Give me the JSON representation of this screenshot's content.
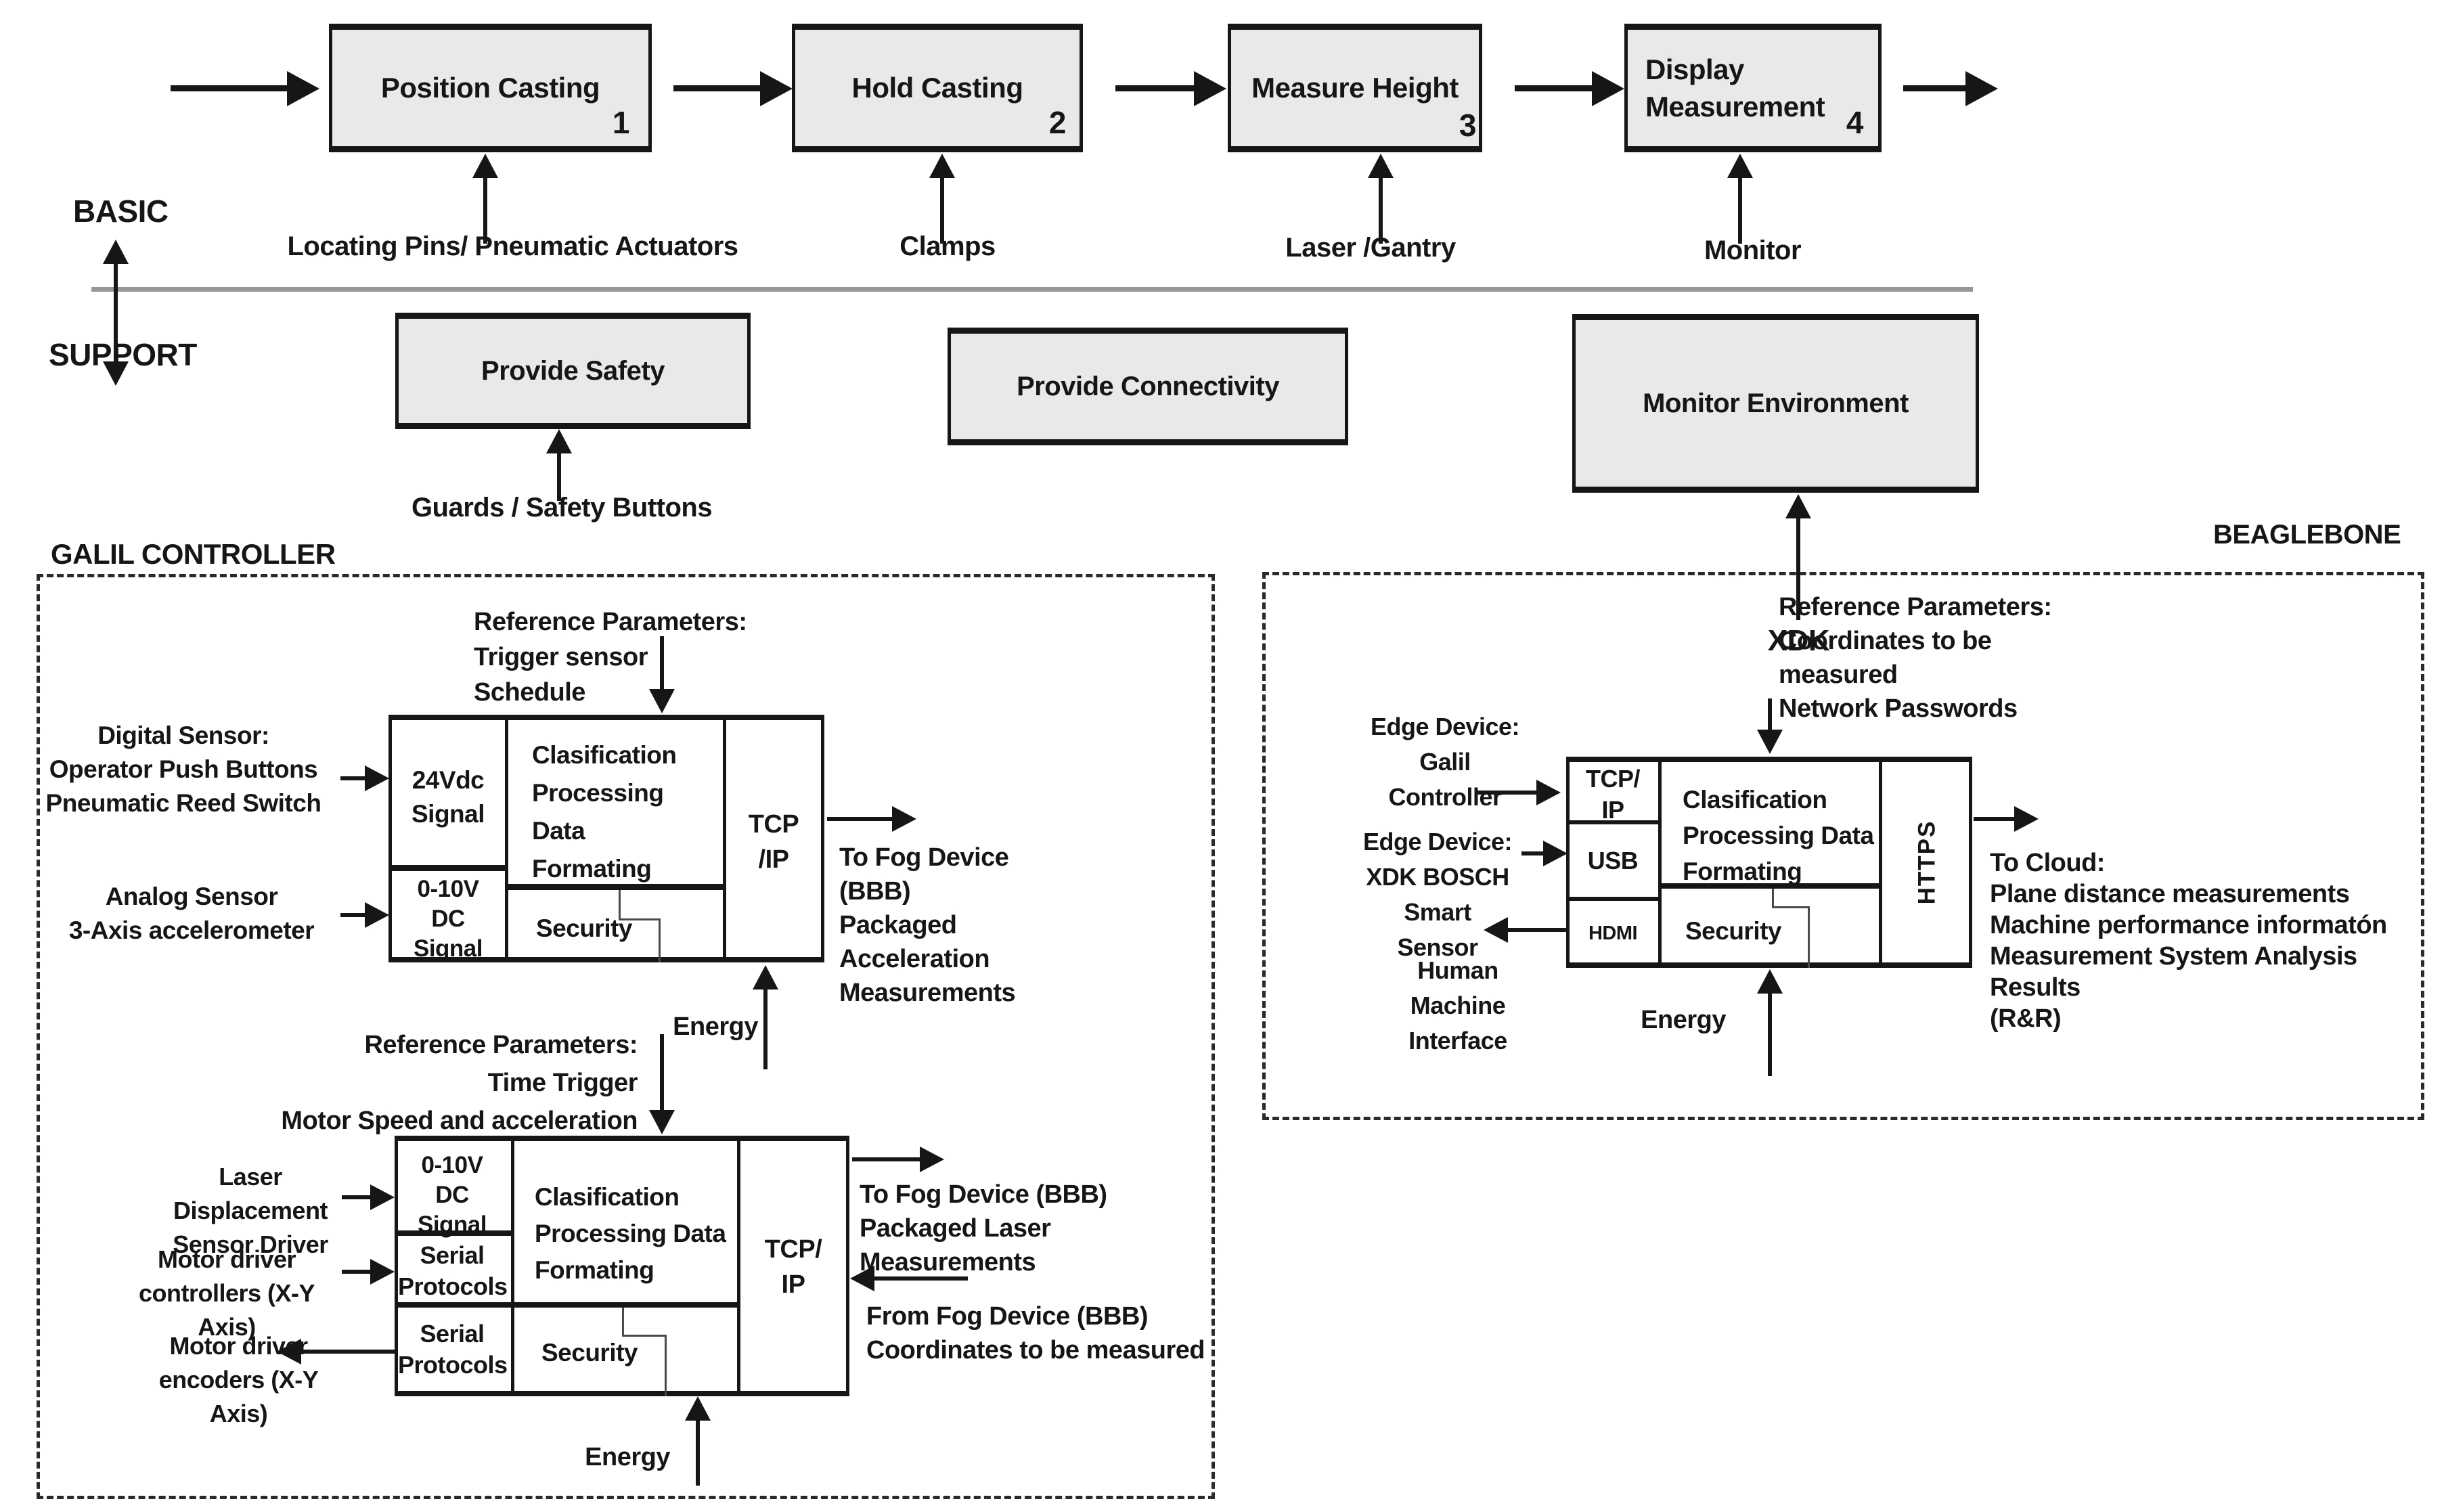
{
  "colors": {
    "background": "#ffffff",
    "box_fill": "#e9e9e9",
    "line": "#161616",
    "separator_line": "#969696"
  },
  "rows": {
    "basic_label": "BASIC",
    "support_label": "SUPPORT"
  },
  "process_steps": [
    {
      "title": "Position Casting",
      "number": "1",
      "mechanism": "Locating Pins/ Pneumatic Actuators"
    },
    {
      "title": "Hold Casting",
      "number": "2",
      "mechanism": "Clamps"
    },
    {
      "title": "Measure Height",
      "number": "3",
      "mechanism": "Laser /Gantry"
    },
    {
      "title": "Display Measurement",
      "number": "4",
      "mechanism": "Monitor"
    }
  ],
  "support_functions": [
    {
      "title": "Provide Safety",
      "mechanism": "Guards / Safety Buttons"
    },
    {
      "title": "Provide Connectivity",
      "mechanism": ""
    },
    {
      "title": "Monitor Environment",
      "mechanism": "XDK"
    }
  ],
  "galil": {
    "title": "GALIL CONTROLLER",
    "top": {
      "reference": "Reference Parameters:\nTrigger sensor\nSchedule",
      "input1": "Digital Sensor:\nOperator Push Buttons\nPneumatic Reed Switch",
      "input2": "Analog Sensor\n3-Axis accelerometer",
      "port1": "24Vdc\nSignal",
      "port2": "0-10V\nDC\nSignal",
      "process": "Clasification\nProcessing\nData\nFormating",
      "security": "Security",
      "protocol": "TCP\n/IP",
      "output": "To Fog Device\n(BBB)\nPackaged\nAcceleration\nMeasurements",
      "energy": "Energy"
    },
    "bottom": {
      "reference": "Reference Parameters:\nTime Trigger\nMotor Speed and acceleration",
      "input1": "Laser Displacement\nSensor Driver",
      "input2": "Motor driver\ncontrollers (X-Y Axis)",
      "output_left": "Motor driver\nencoders (X-Y Axis)",
      "port1": "0-10V\nDC\nSignal",
      "port2": "Serial\nProtocols",
      "port3": "Serial\nProtocols",
      "process": "Clasification\nProcessing Data\nFormating",
      "security": "Security",
      "protocol": "TCP/\nIP",
      "output_right": "To Fog Device (BBB)\nPackaged Laser Measurements",
      "input_right": "From Fog Device (BBB)\nCoordinates to be measured",
      "energy": "Energy"
    }
  },
  "beaglebone": {
    "title": "BEAGLEBONE",
    "reference": "Reference Parameters:\nCoordinates to be measured\nNetwork Passwords",
    "input1": "Edge Device:\nGalil Controller",
    "input2": "Edge Device:\nXDK BOSCH Smart\nSensor",
    "hmi": "Human Machine\nInterface",
    "port1": "TCP/\nIP",
    "port2": "USB",
    "port3": "HDMI",
    "process": "Clasification\nProcessing Data\nFormating",
    "security": "Security",
    "protocol": "HTTPS",
    "output": "To Cloud:\nPlane distance measurements\nMachine performance informatón\nMeasurement System Analysis Results\n(R&R)",
    "energy": "Energy"
  }
}
